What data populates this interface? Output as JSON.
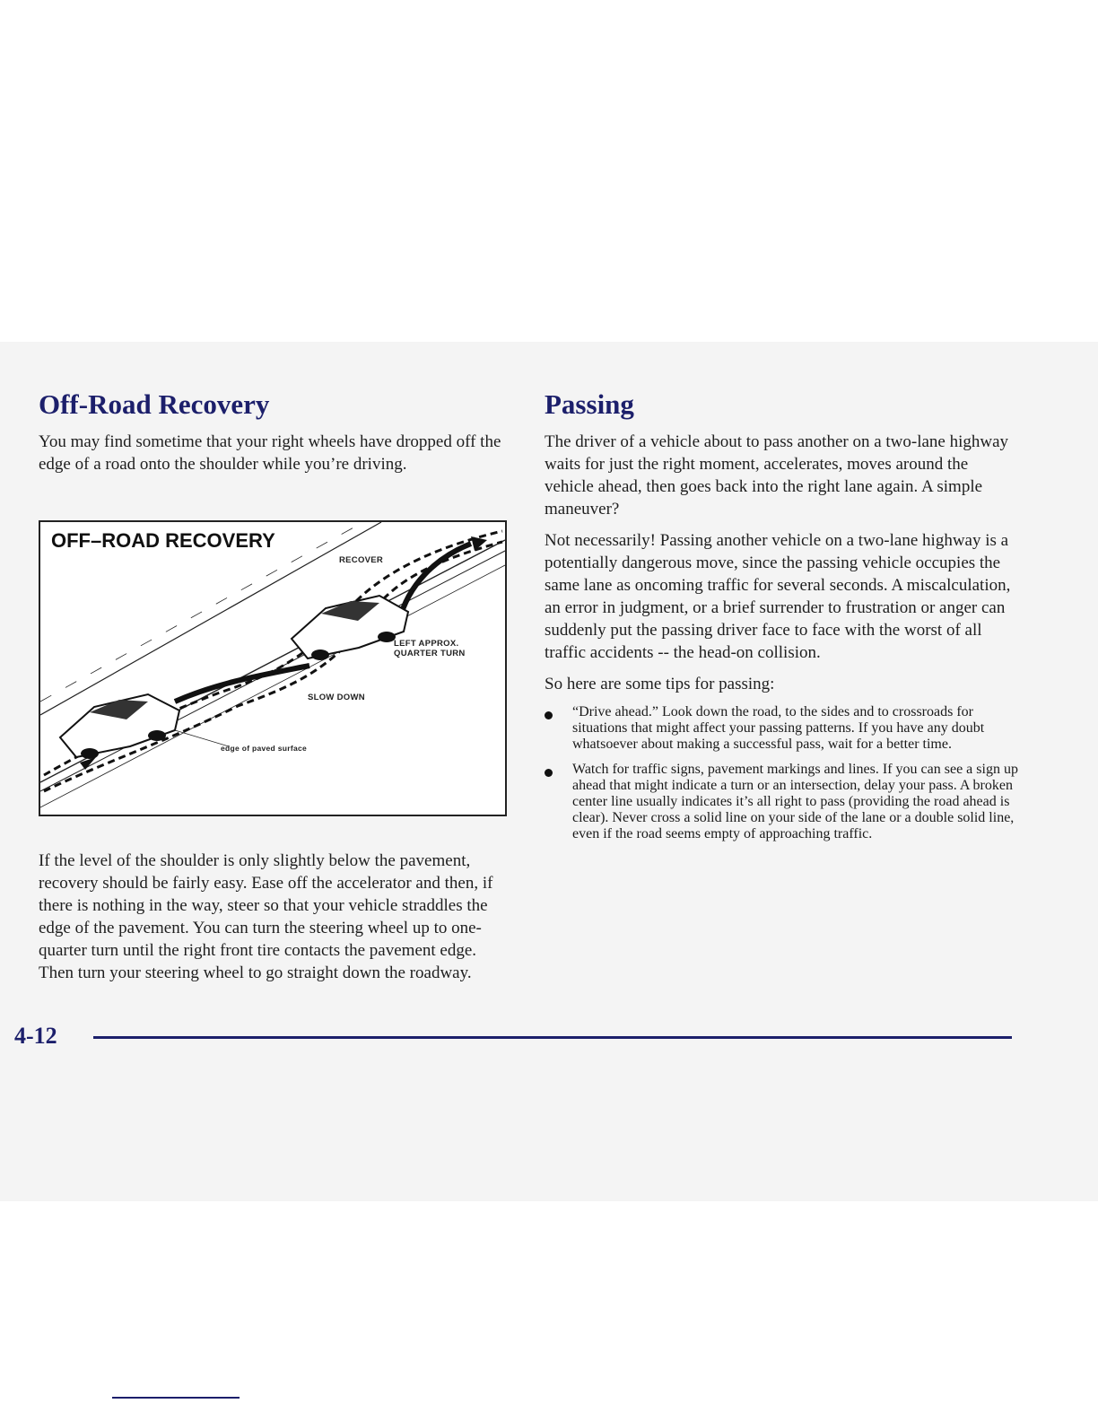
{
  "left": {
    "title": "Off-Road Recovery",
    "intro": "You may find sometime that your right wheels have dropped off the edge of a road onto the shoulder while you’re driving.",
    "figure": {
      "title": "OFF–ROAD RECOVERY",
      "labels": {
        "recover": "RECOVER",
        "left_turn_line1": "LEFT APPROX.",
        "left_turn_line2": "QUARTER TURN",
        "slow_down": "SLOW DOWN",
        "edge": "edge of paved surface"
      }
    },
    "after": "If the level of the shoulder is only slightly below the pavement, recovery should be fairly easy. Ease off the accelerator and then, if there is nothing in the way, steer so that your vehicle straddles the edge of the pavement. You can turn the steering wheel up to one-quarter turn until the right front tire contacts the pavement edge. Then turn your steering wheel to go straight down the roadway."
  },
  "right": {
    "title": "Passing",
    "p1": "The driver of a vehicle about to pass another on a two-lane highway waits for just the right moment, accelerates, moves around the vehicle ahead, then goes back into the right lane again. A simple maneuver?",
    "p2": "Not necessarily! Passing another vehicle on a two-lane highway is a potentially dangerous move, since the passing vehicle occupies the same lane as oncoming traffic for several seconds. A miscalculation, an error in judgment, or a brief surrender to frustration or anger can suddenly put the passing driver face to face with the worst of all traffic accidents -- the head-on collision.",
    "p3": "So here are some tips for passing:",
    "tips": [
      "“Drive ahead.” Look down the road, to the sides and to crossroads for situations that might affect your passing patterns. If you have any doubt whatsoever about making a successful pass, wait for a better time.",
      "Watch for traffic signs, pavement markings and lines. If you can see a sign up ahead that might indicate a turn or an intersection, delay your pass. A broken center line usually indicates it’s all right to pass (providing the road ahead is clear). Never cross a solid line on your side of the lane or a double solid line, even if the road seems empty of approaching traffic."
    ]
  },
  "footer": {
    "page_number": "4-12"
  },
  "colors": {
    "heading": "#1c1f6b",
    "band": "#f4f4f4"
  }
}
